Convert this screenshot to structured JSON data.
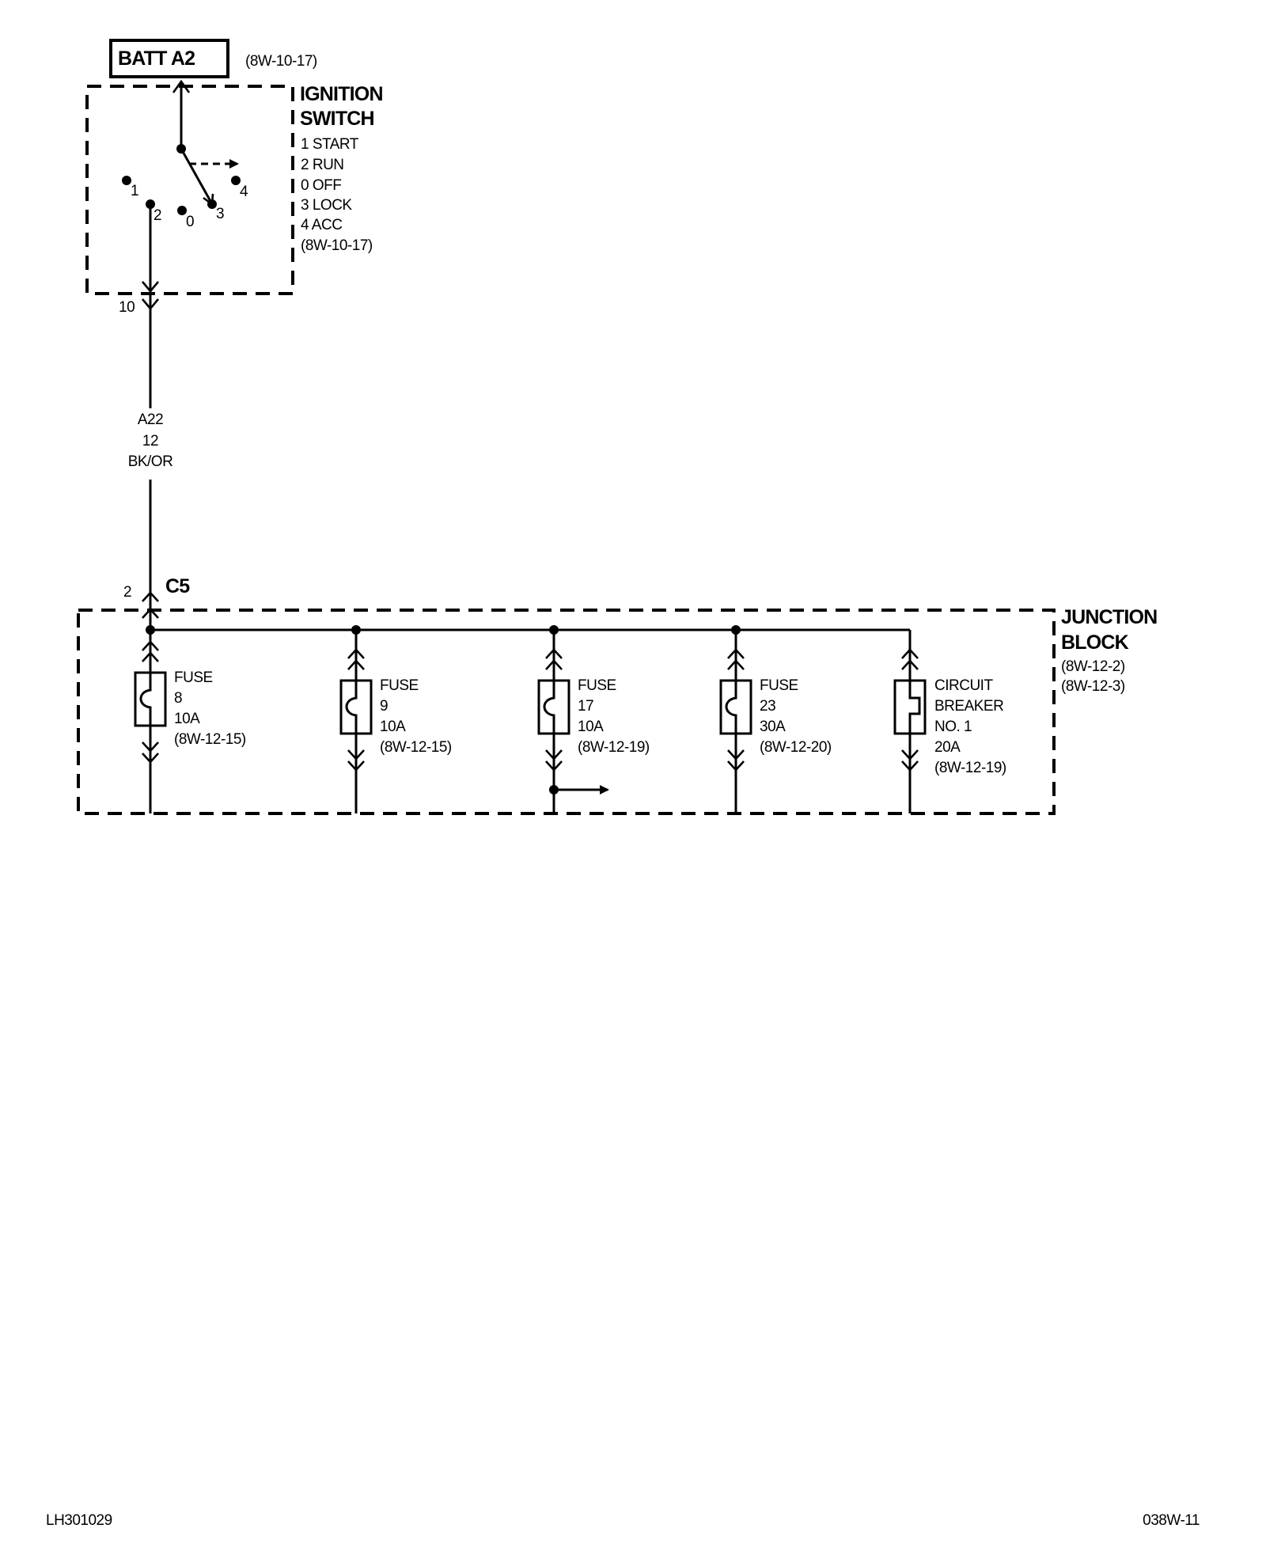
{
  "batt": {
    "label": "BATT A2",
    "ref": "(8W-10-17)"
  },
  "ignition_switch": {
    "title_line1": "IGNITION",
    "title_line2": "SWITCH",
    "positions": [
      "1 START",
      "2 RUN",
      "0 OFF",
      "3 LOCK",
      "4 ACC"
    ],
    "ref": "(8W-10-17)",
    "contact_labels": [
      "1",
      "2",
      "0",
      "3",
      "4"
    ],
    "output_pin": "10"
  },
  "wire": {
    "circuit": "A22",
    "gauge": "12",
    "color": "BK/OR"
  },
  "connector": {
    "pin": "2",
    "name": "C5"
  },
  "junction_block": {
    "title_line1": "JUNCTION",
    "title_line2": "BLOCK",
    "refs": [
      "(8W-12-2)",
      "(8W-12-3)"
    ],
    "fuses": [
      {
        "line1": "FUSE",
        "line2": "8",
        "line3": "10A",
        "line4": "(8W-12-15)"
      },
      {
        "line1": "FUSE",
        "line2": "9",
        "line3": "10A",
        "line4": "(8W-12-15)"
      },
      {
        "line1": "FUSE",
        "line2": "17",
        "line3": "10A",
        "line4": "(8W-12-19)"
      },
      {
        "line1": "FUSE",
        "line2": "23",
        "line3": "30A",
        "line4": "(8W-12-20)"
      }
    ],
    "breaker": {
      "line1": "CIRCUIT",
      "line2": "BREAKER",
      "line3": "NO. 1",
      "line4": "20A",
      "line5": "(8W-12-19)"
    }
  },
  "footer": {
    "left": "LH301029",
    "right": "038W-11"
  }
}
